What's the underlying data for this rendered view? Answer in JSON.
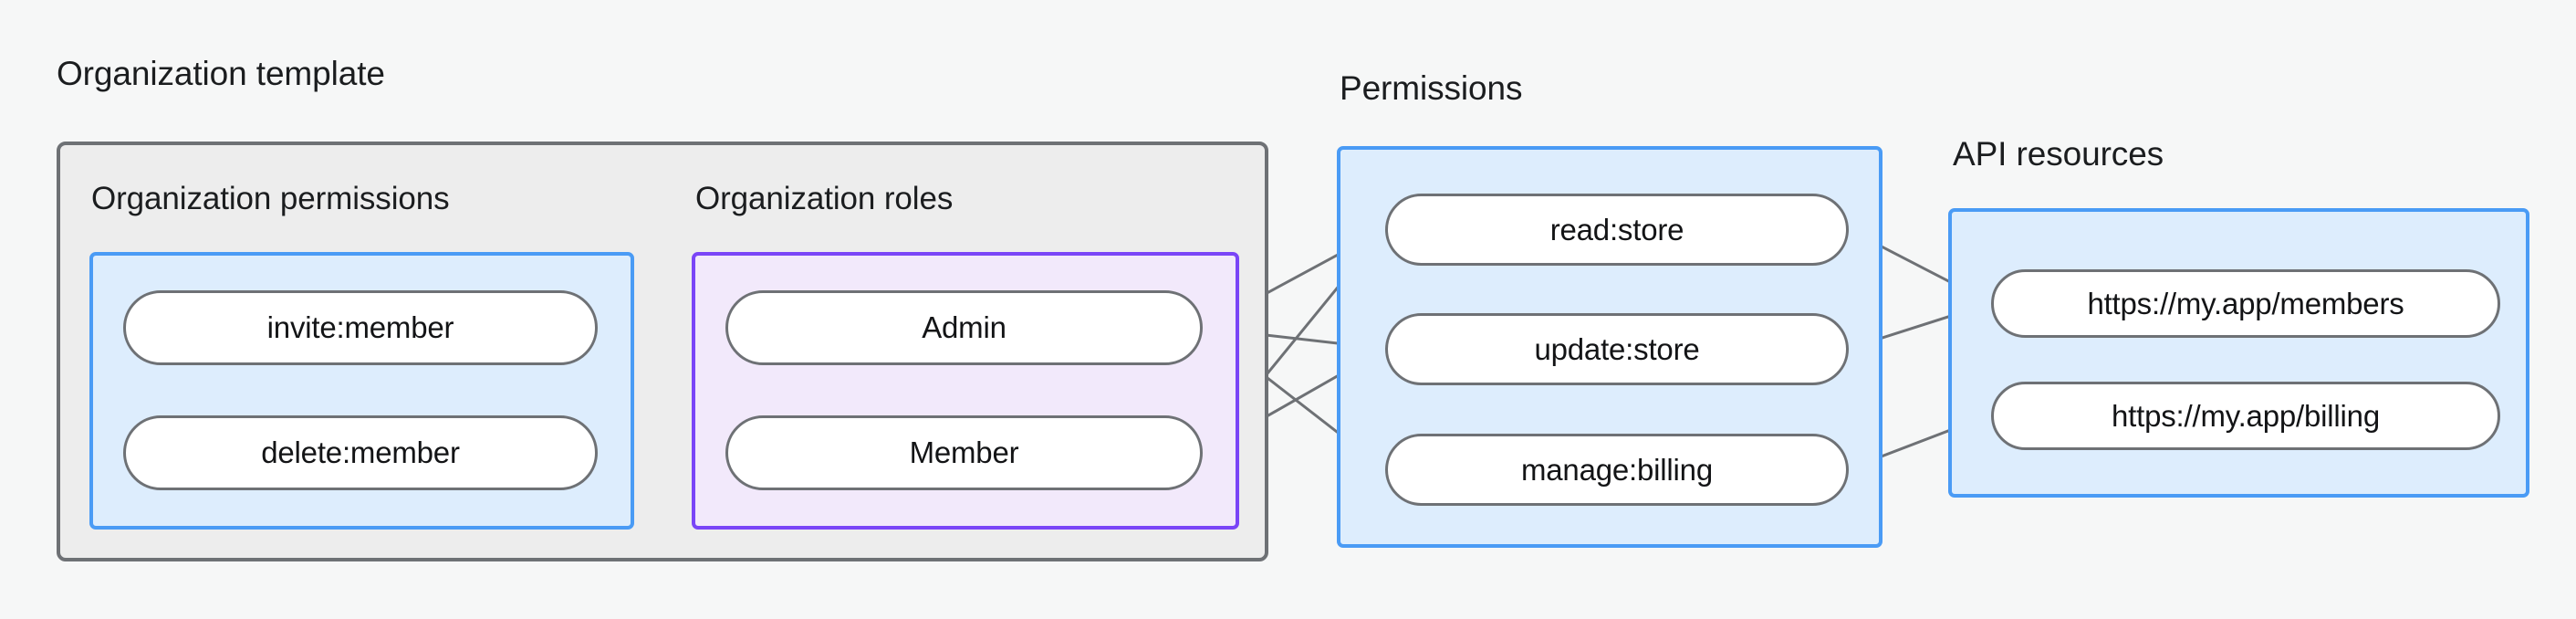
{
  "diagram": {
    "title_groups": [
      {
        "key": "organization_template",
        "label": "Organization template"
      },
      {
        "key": "permissions",
        "label": "Permissions"
      },
      {
        "key": "api_resources",
        "label": "API resources"
      }
    ],
    "subgroups": [
      {
        "key": "organization_permissions",
        "label": "Organization permissions",
        "accent": "#4a9bf5"
      },
      {
        "key": "organization_roles",
        "label": "Organization roles",
        "accent": "#7a45f7"
      }
    ],
    "nodes": {
      "organization_permissions": [
        {
          "id": "invite-member",
          "label": "invite:member"
        },
        {
          "id": "delete-member",
          "label": "delete:member"
        }
      ],
      "organization_roles": [
        {
          "id": "admin",
          "label": "Admin"
        },
        {
          "id": "member",
          "label": "Member"
        }
      ],
      "permissions": [
        {
          "id": "read-store",
          "label": "read:store"
        },
        {
          "id": "update-store",
          "label": "update:store"
        },
        {
          "id": "manage-billing",
          "label": "manage:billing"
        }
      ],
      "api_resources": [
        {
          "id": "members-url",
          "label": "https://my.app/members"
        },
        {
          "id": "billing-url",
          "label": "https://my.app/billing"
        }
      ]
    },
    "edges": [
      {
        "from": "invite-member",
        "to": "admin"
      },
      {
        "from": "invite-member",
        "to": "member"
      },
      {
        "from": "delete-member",
        "to": "member"
      },
      {
        "from": "admin",
        "to": "read-store"
      },
      {
        "from": "admin",
        "to": "update-store"
      },
      {
        "from": "admin",
        "to": "manage-billing"
      },
      {
        "from": "member",
        "to": "read-store"
      },
      {
        "from": "member",
        "to": "update-store"
      },
      {
        "from": "read-store",
        "to": "members-url"
      },
      {
        "from": "update-store",
        "to": "members-url"
      },
      {
        "from": "manage-billing",
        "to": "billing-url"
      }
    ],
    "colors": {
      "background": "#f6f7f7",
      "outline_gray": "#6e7175",
      "blue_accent": "#4a9bf5",
      "blue_fill": "#ddedfd",
      "purple_accent": "#7a45f7",
      "purple_fill": "#f2e9fb",
      "template_fill": "#ededed",
      "node_fill": "#ffffff",
      "text": "#1b1d1f"
    }
  }
}
